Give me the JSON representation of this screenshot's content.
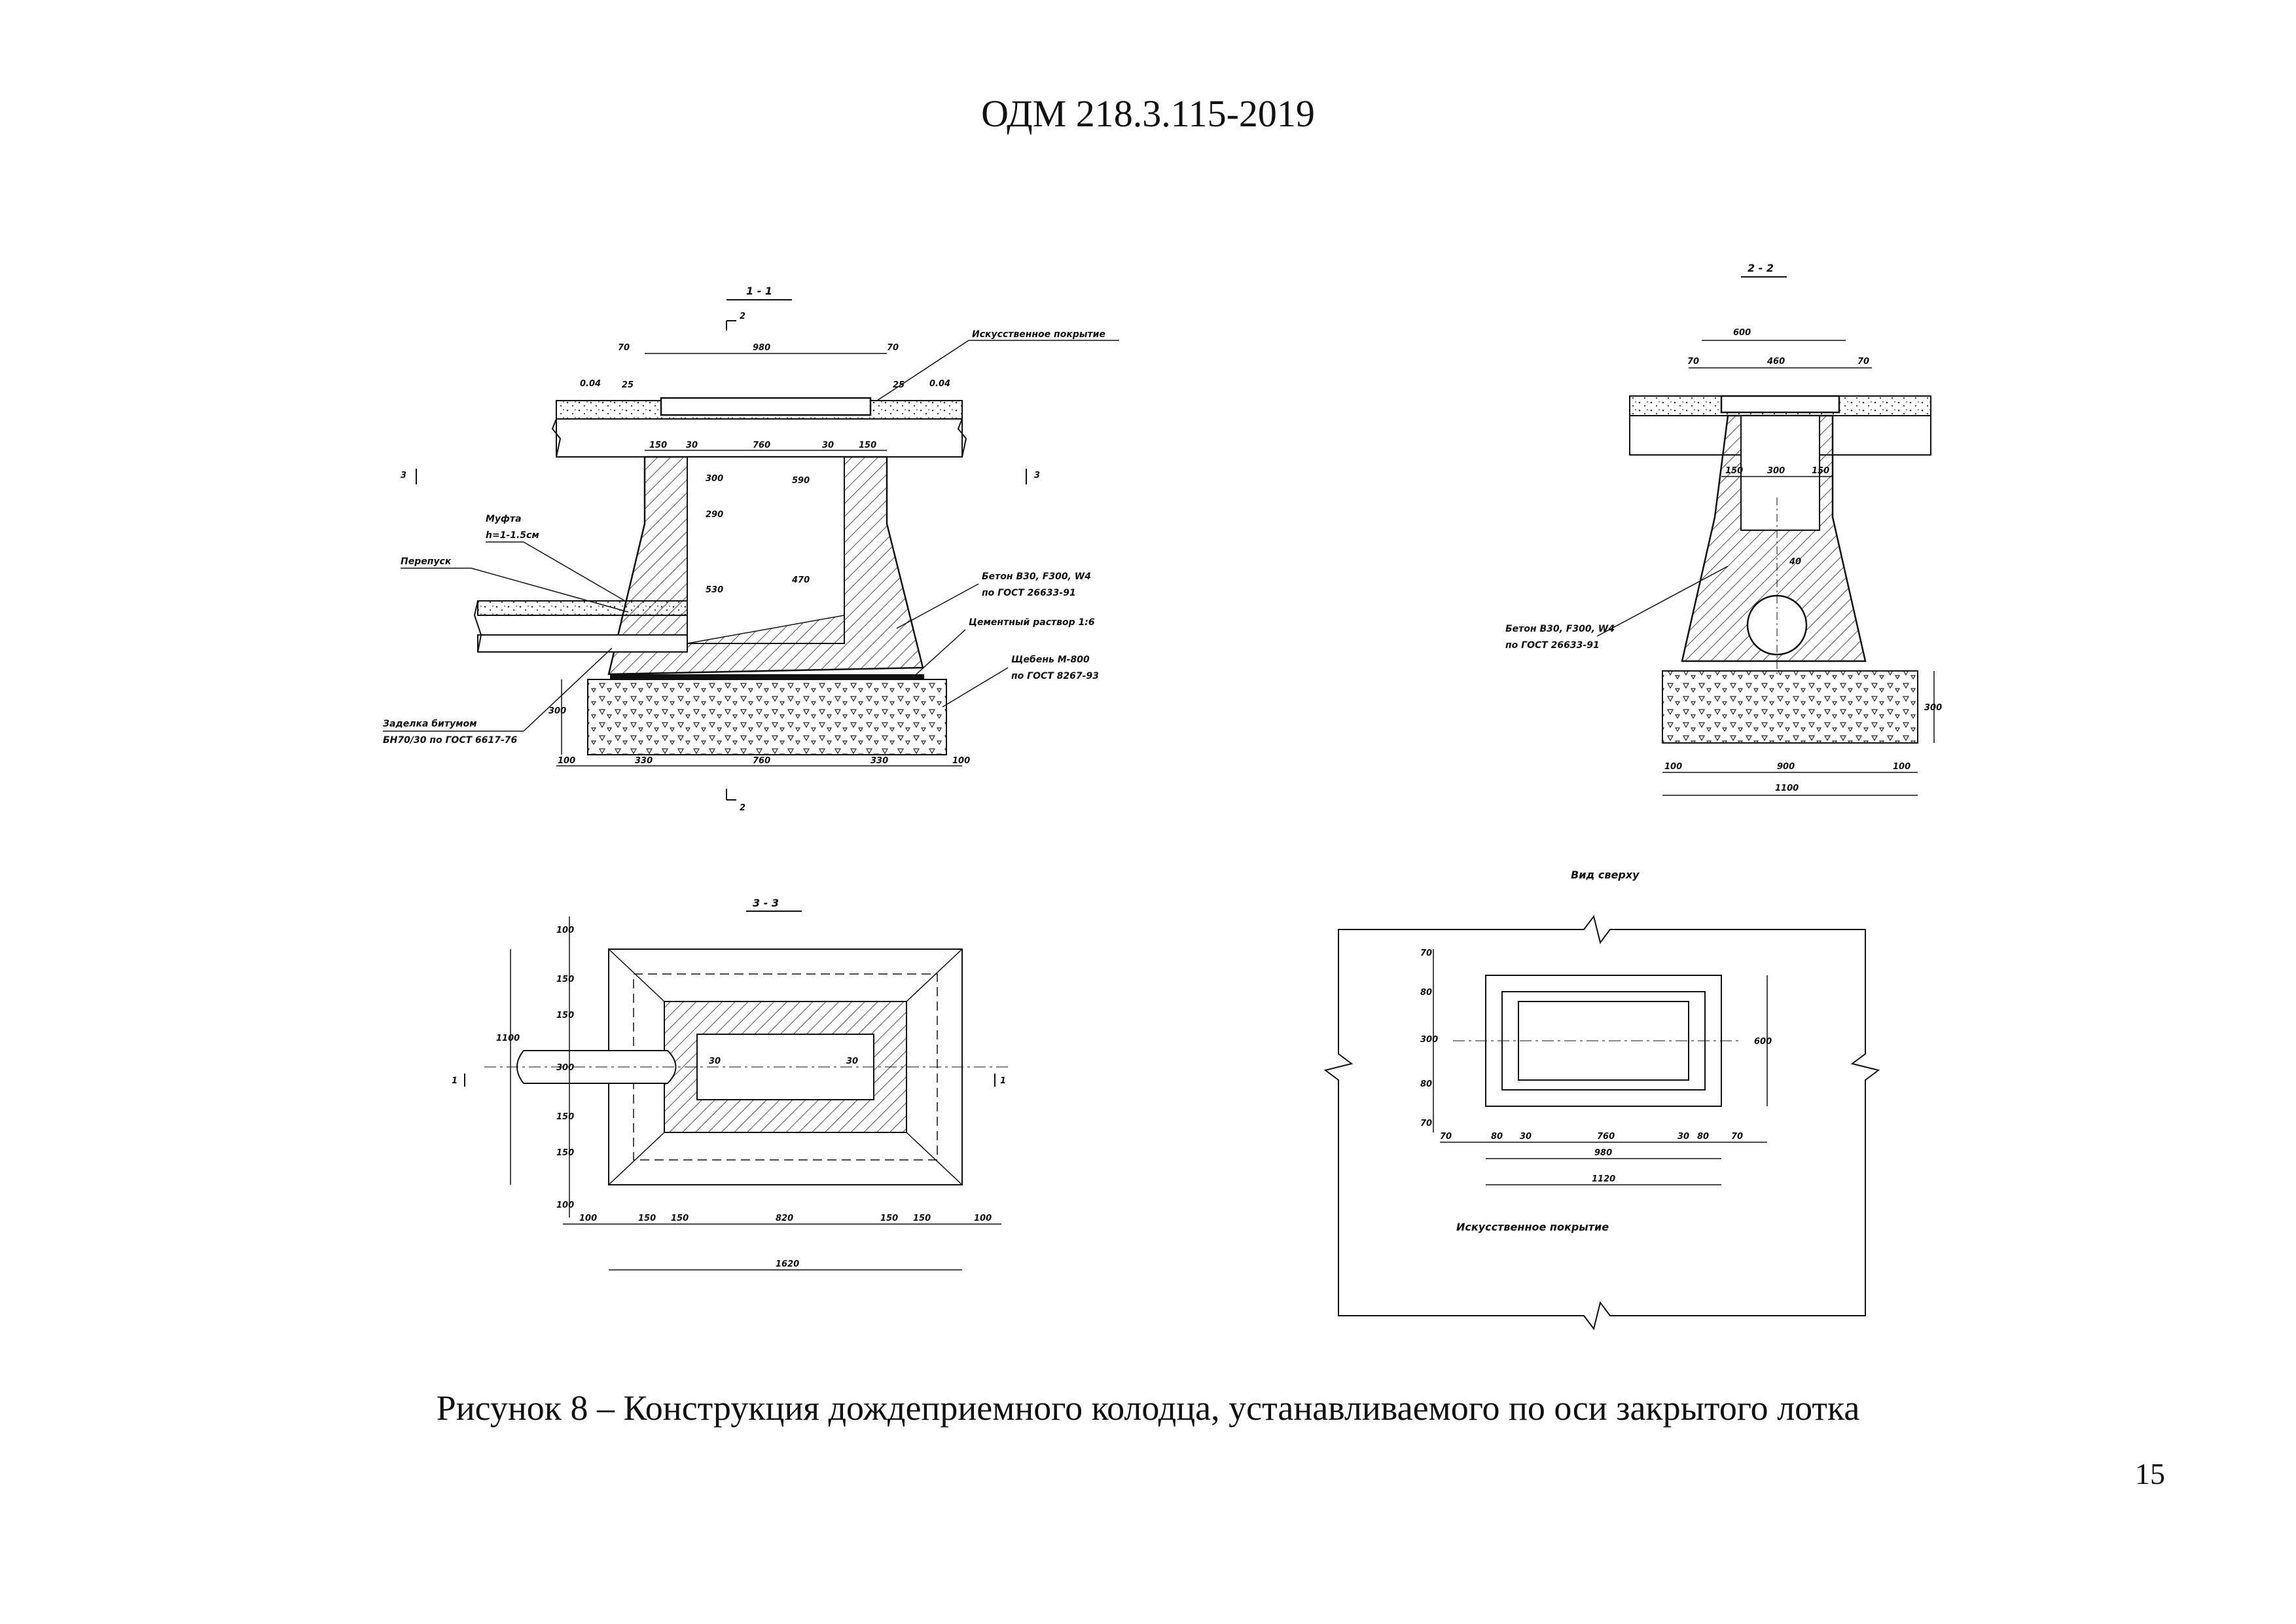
{
  "header": {
    "doc_code": "ОДМ 218.3.115-2019"
  },
  "caption": "Рисунок 8 – Конструкция дождеприемного колодца, устанавливаемого по оси закрытого лотка",
  "page_number": "15",
  "section_1_1": {
    "title": "1 - 1",
    "cut_mark": "2",
    "cut_mark_3": "3",
    "slope_left": "0.04",
    "slope_right": "0.04",
    "dims_top": [
      "70",
      "980",
      "70"
    ],
    "dim_25_left": "25",
    "dim_25_right": "25",
    "dims_inner": [
      "150",
      "30",
      "760",
      "30",
      "150"
    ],
    "dim_300": "300",
    "dim_590": "590",
    "dim_290": "290",
    "dim_470": "470",
    "dim_530": "530",
    "dim_base_300": "300",
    "dims_bottom": [
      "100",
      "330",
      "760",
      "330",
      "100"
    ],
    "label_surface": "Искусственное покрытие",
    "label_coupling": "Муфта",
    "label_coupling_h": "h=1-1.5см",
    "label_bypass": "Перепуск",
    "label_concrete": "Бетон В30, F300, W4",
    "label_concrete_gost": "по ГОСТ 26633-91",
    "label_mortar": "Цементный раствор 1:6",
    "label_gravel": "Щебень М-800",
    "label_gravel_gost": "по ГОСТ 8267-93",
    "label_bitumen": "Заделка битумом",
    "label_bitumen_gost": "БН70/30 по ГОСТ 6617-76"
  },
  "section_2_2": {
    "title": "2 - 2",
    "dim_600": "600",
    "dims_top": [
      "70",
      "460",
      "70"
    ],
    "dims_inner": [
      "150",
      "300",
      "150"
    ],
    "dim_40": "40",
    "dim_300": "300",
    "dims_bottom": [
      "100",
      "900",
      "100"
    ],
    "dim_1100": "1100",
    "label_concrete": "Бетон В30, F300, W4",
    "label_concrete_gost": "по ГОСТ 26633-91"
  },
  "section_3_3": {
    "title": "3 - 3",
    "cut_mark": "1",
    "dims_left": [
      "100",
      "150",
      "150",
      "300",
      "150",
      "150",
      "100"
    ],
    "dim_1100": "1100",
    "dim_30_left": "30",
    "dim_30_right": "30",
    "dims_bottom": [
      "100",
      "150",
      "150",
      "820",
      "150",
      "150",
      "100"
    ],
    "dim_1620": "1620"
  },
  "top_view": {
    "title": "Вид сверху",
    "dims_left": [
      "70",
      "80",
      "300",
      "80",
      "70"
    ],
    "dim_600": "600",
    "dims_bottom": [
      "70",
      "80",
      "30",
      "760",
      "30",
      "80",
      "70"
    ],
    "dim_980": "980",
    "dim_1120": "1120",
    "label_surface": "Искусственное покрытие"
  }
}
